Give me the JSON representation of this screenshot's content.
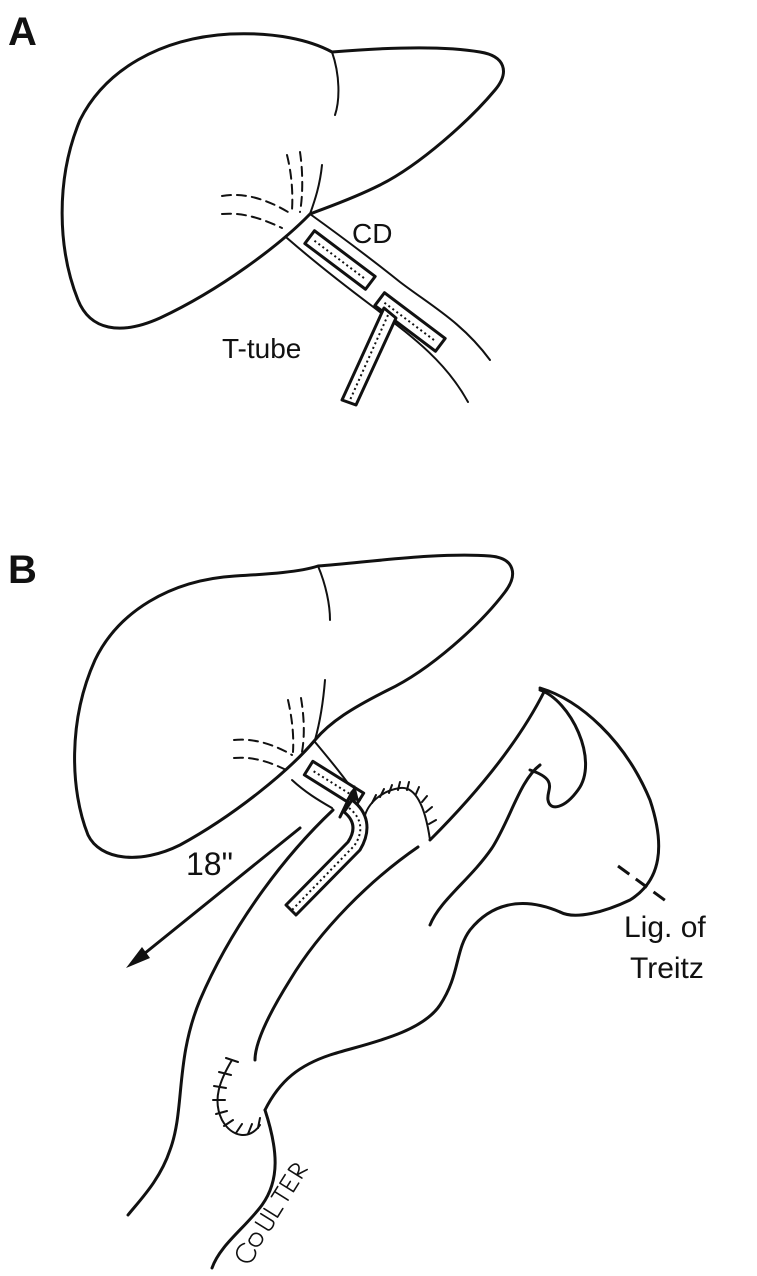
{
  "panels": {
    "a": {
      "letter": "A",
      "labels": {
        "cd": "CD",
        "t_tube": "T-tube"
      }
    },
    "b": {
      "letter": "B",
      "labels": {
        "length": "18\"",
        "ligament_line1": "Lig. of",
        "ligament_line2": "Treitz"
      }
    }
  },
  "signature": "COULTER"
}
